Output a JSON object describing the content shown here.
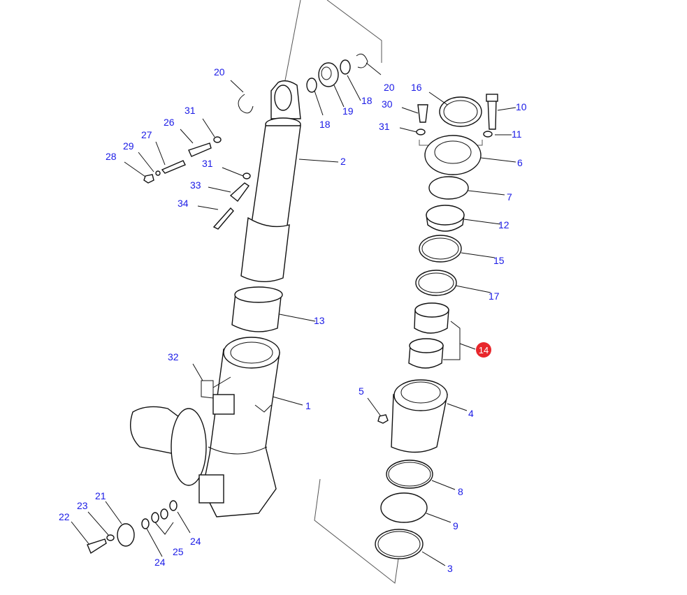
{
  "diagram": {
    "type": "exploded-parts-diagram",
    "highlighted_callout": "14",
    "colors": {
      "callout_text": "#1a1ae6",
      "highlight": "#e8262b",
      "line": "#111111"
    }
  },
  "callouts": [
    "20",
    "31",
    "26",
    "27",
    "29",
    "28",
    "31",
    "33",
    "34",
    "2",
    "20",
    "18",
    "19",
    "18",
    "16",
    "30",
    "10",
    "31",
    "11",
    "6",
    "7",
    "12",
    "15",
    "17",
    "13",
    "14",
    "32",
    "1",
    "5",
    "4",
    "8",
    "9",
    "3",
    "21",
    "23",
    "22",
    "24",
    "25",
    "24"
  ]
}
